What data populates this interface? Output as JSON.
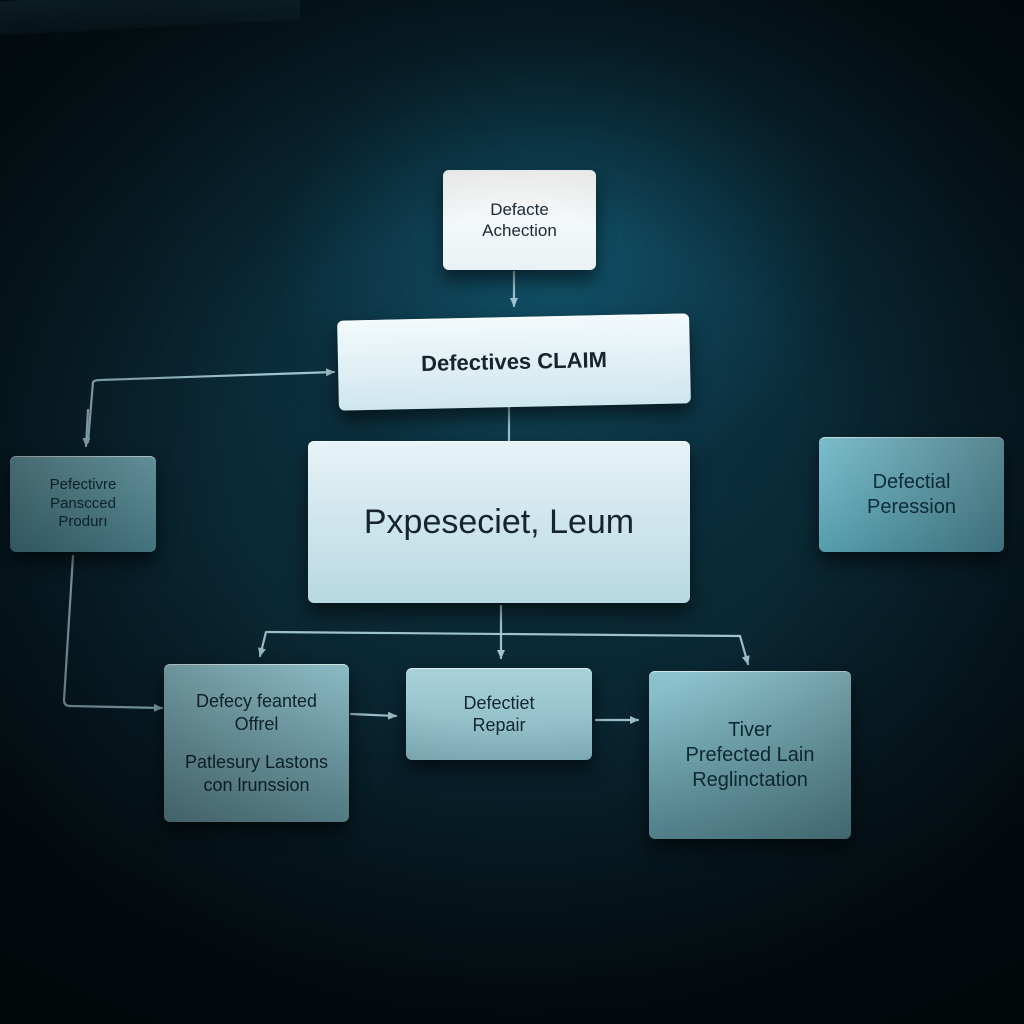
{
  "diagram": {
    "nodes": {
      "top": {
        "line1": "Defacte",
        "line2": "Achection"
      },
      "claim": {
        "label": "Defectives CLAIM"
      },
      "main": {
        "label": "Pxpeseciet, Leum"
      },
      "left": {
        "line1": "Pefectivre",
        "line2": "Panscced",
        "line3": "Produrı"
      },
      "right": {
        "line1": "Defectial",
        "line2": "Peression"
      },
      "bottom_left": {
        "line1": "Defecy feanted",
        "line2": "Offrel",
        "line3": "Patlesury Lastons",
        "line4": "con lrunssion"
      },
      "bottom_middle": {
        "line1": "Defectiet",
        "line2": "Repair"
      },
      "bottom_right": {
        "line1": "Tiver",
        "line2": "Prefected Lain",
        "line3": "Reglinctation"
      }
    },
    "colors": {
      "background": "#0a2a36",
      "connector": "#9fc4cf",
      "card_light": "#eaf4f7",
      "card_teal": "#6aa6b3"
    }
  }
}
